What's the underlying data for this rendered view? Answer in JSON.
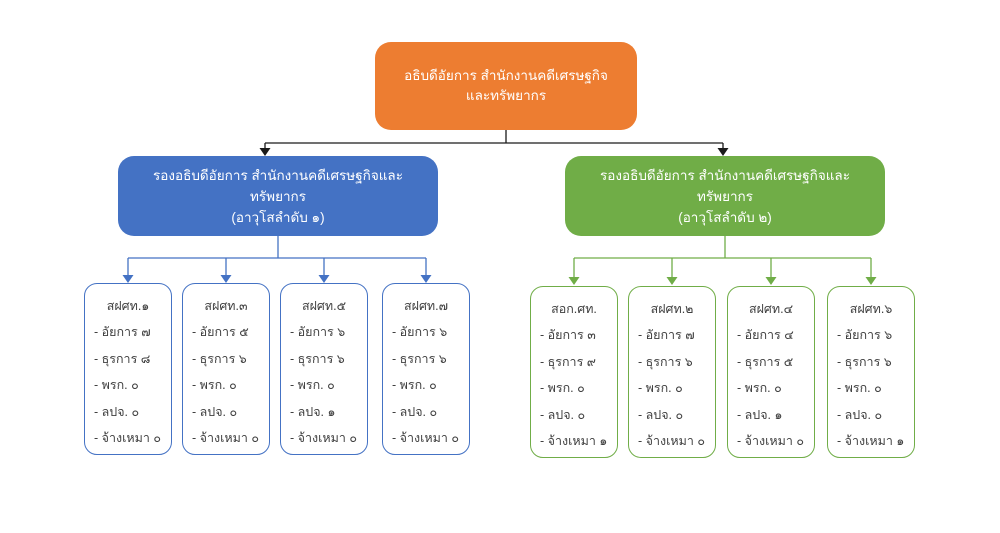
{
  "colors": {
    "root_fill": "#ED7D31",
    "blue_fill": "#4472C4",
    "green_fill": "#70AD47",
    "top_connector": "#1a1a1a",
    "child_text": "#404040",
    "background": "#ffffff"
  },
  "root": {
    "title": "อธิบดีอัยการ สำนักงานคดีเศรษฐกิจและทรัพยากร"
  },
  "branches": [
    {
      "id": "blue",
      "title": "รองอธิบดีอัยการ สำนักงานคดีเศรษฐกิจและทรัพยากร",
      "subtitle": "(อาวุโสลำดับ ๑)",
      "children": [
        {
          "title": "สฝศท.๑",
          "items": [
            "- อัยการ ๗",
            "- ธุรการ ๘",
            "- พรก. ๐",
            "- ลปจ. ๐",
            "- จ้างเหมา ๐"
          ]
        },
        {
          "title": "สฝศท.๓",
          "items": [
            "- อัยการ ๕",
            "- ธุรการ ๖",
            "- พรก. ๐",
            "- ลปจ. ๐",
            "- จ้างเหมา ๐"
          ]
        },
        {
          "title": "สฝศท.๕",
          "items": [
            "- อัยการ ๖",
            "- ธุรการ ๖",
            "- พรก. ๐",
            "- ลปจ. ๑",
            "- จ้างเหมา ๐"
          ]
        },
        {
          "title": "สฝศท.๗",
          "items": [
            "- อัยการ ๖",
            "- ธุรการ ๖",
            "- พรก. ๐",
            "- ลปจ. ๐",
            "- จ้างเหมา ๐"
          ]
        }
      ]
    },
    {
      "id": "green",
      "title": "รองอธิบดีอัยการ สำนักงานคดีเศรษฐกิจและทรัพยากร",
      "subtitle": "(อาวุโสลำดับ ๒)",
      "children": [
        {
          "title": "สอก.ศท.",
          "items": [
            "- อัยการ ๓",
            "- ธุรการ ๙",
            "- พรก. ๐",
            "- ลปจ. ๐",
            "- จ้างเหมา ๑"
          ]
        },
        {
          "title": "สฝศท.๒",
          "items": [
            "- อัยการ ๗",
            "- ธุรการ ๖",
            "- พรก. ๐",
            "- ลปจ. ๐",
            "- จ้างเหมา ๐"
          ]
        },
        {
          "title": "สฝศท.๔",
          "items": [
            "- อัยการ ๔",
            "- ธุรการ ๕",
            "- พรก. ๐",
            "- ลปจ. ๑",
            "- จ้างเหมา ๐"
          ]
        },
        {
          "title": "สฝศท.๖",
          "items": [
            "- อัยการ ๖",
            "- ธุรการ ๖",
            "- พรก. ๐",
            "- ลปจ. ๐",
            "- จ้างเหมา ๑"
          ]
        }
      ]
    }
  ]
}
